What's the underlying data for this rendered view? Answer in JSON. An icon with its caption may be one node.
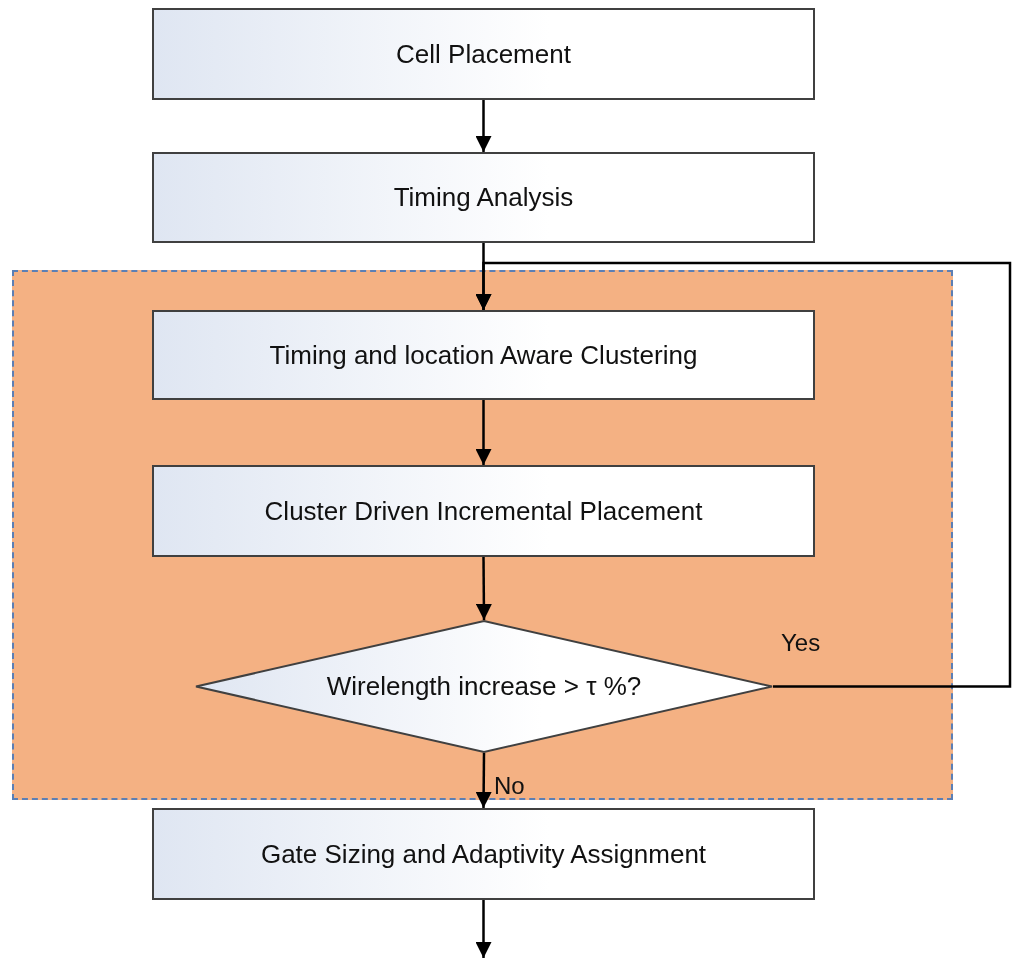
{
  "diagram": {
    "nodes": [
      {
        "text": [
          "Cell Placement"
        ]
      },
      {
        "text": [
          "Timing Analysis"
        ]
      },
      {
        "text": [],
        "shape": "box"
      },
      {
        "text": [
          "Timing and location Aware Clustering"
        ],
        "in": 2
      },
      {
        "text": [
          "Cluster Driven Incremental Placement"
        ],
        "in": 2
      },
      {
        "text": [
          "Wirelength increase > τ %?"
        ],
        "in": 2
      },
      {
        "text": [
          "Gate Sizing and Adaptivity Assignment"
        ]
      }
    ],
    "edges": [
      {
        "from": 0,
        "to": 1,
        "arrow": "to"
      },
      {
        "from": 1,
        "to": 3,
        "arrow": "to"
      },
      {
        "from": 3,
        "to": 4,
        "arrow": "to"
      },
      {
        "from": 4,
        "to": 5,
        "arrow": "to"
      },
      {
        "from": 5,
        "to": 6,
        "arrow": "to",
        "label": "No"
      },
      {
        "from": 5,
        "to": 3,
        "arrow": "to",
        "label": "Yes"
      },
      {
        "from": 6,
        "to": null,
        "arrow": "to"
      }
    ]
  }
}
